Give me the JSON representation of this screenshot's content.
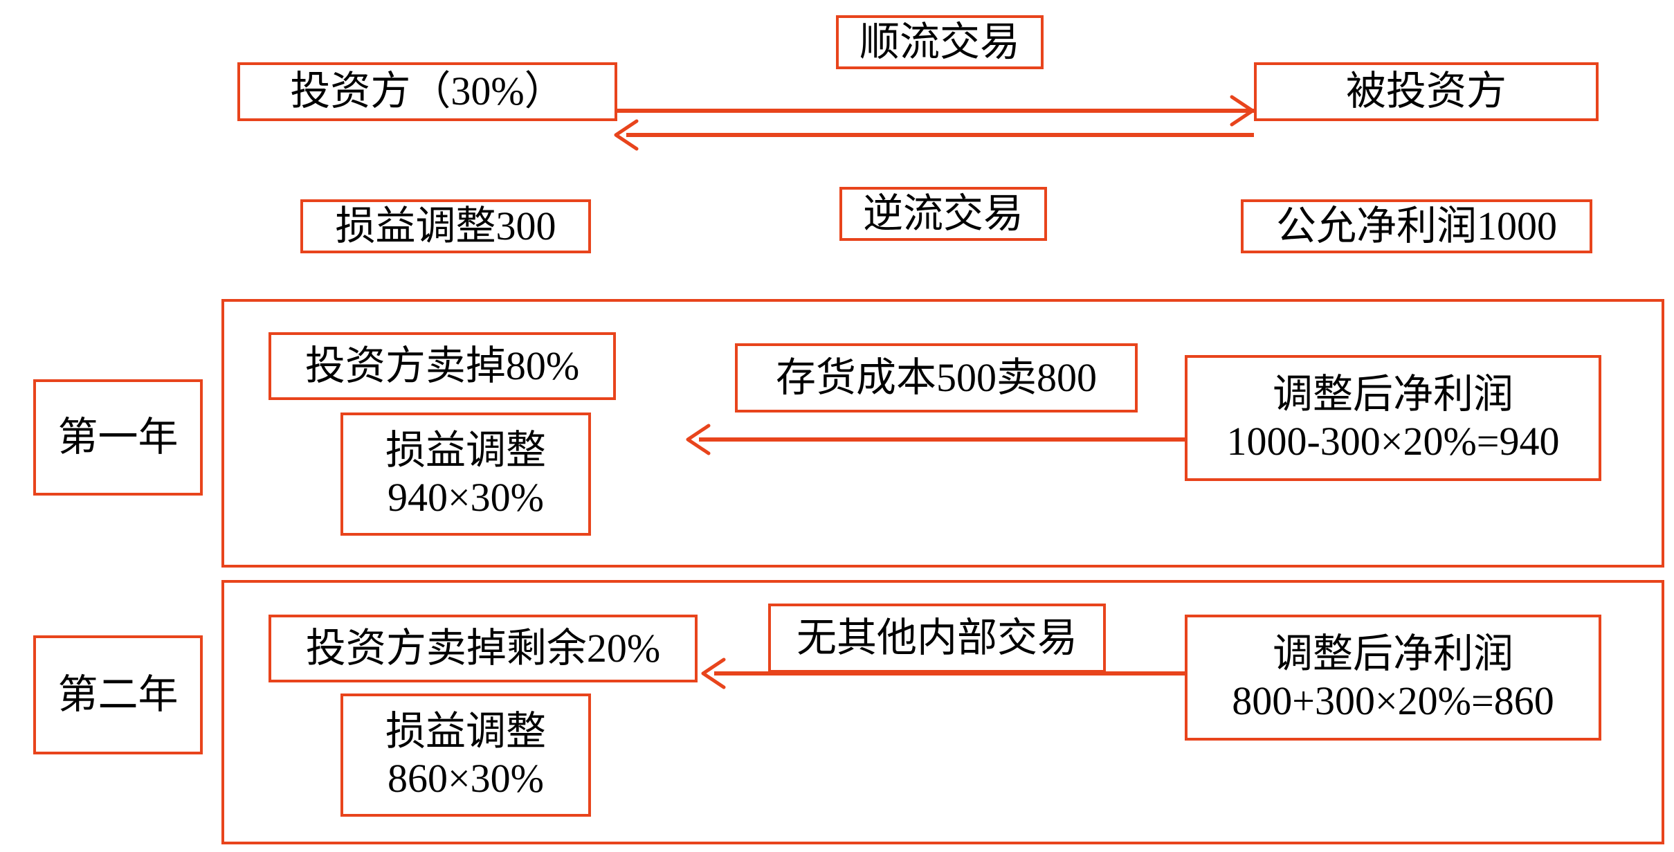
{
  "colors": {
    "accent": "#e8441c",
    "text": "#000000",
    "background": "#ffffff"
  },
  "top_section": {
    "investor_box": "投资方（30%）",
    "investee_box": "被投资方",
    "downstream_label": "顺流交易",
    "upstream_label": "逆流交易",
    "investor_note": "损益调整300",
    "investee_note": "公允净利润1000"
  },
  "year_one": {
    "year_label": "第一年",
    "sale_box": "投资方卖掉80%",
    "adjustment_box": "损益调整\n940×30%",
    "transaction_box": "存货成本500卖800",
    "net_profit_box": "调整后净利润\n1000-300×20%=940"
  },
  "year_two": {
    "year_label": "第二年",
    "sale_box": "投资方卖掉剩余20%",
    "adjustment_box": "损益调整\n860×30%",
    "transaction_box": "无其他内部交易",
    "net_profit_box": "调整后净利润\n800+300×20%=860"
  }
}
